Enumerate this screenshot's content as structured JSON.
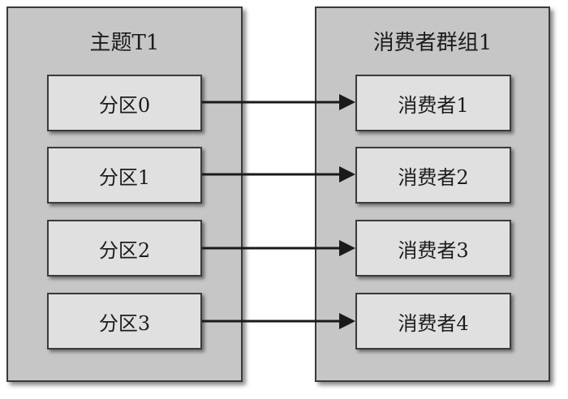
{
  "topic": {
    "title": "主题T1",
    "partitions": [
      {
        "label": "分区0"
      },
      {
        "label": "分区1"
      },
      {
        "label": "分区2"
      },
      {
        "label": "分区3"
      }
    ]
  },
  "consumer_group": {
    "title": "消费者群组1",
    "consumers": [
      {
        "label": "消费者1"
      },
      {
        "label": "消费者2"
      },
      {
        "label": "消费者3"
      },
      {
        "label": "消费者4"
      }
    ]
  },
  "mappings": [
    [
      0,
      0
    ],
    [
      1,
      1
    ],
    [
      2,
      2
    ],
    [
      3,
      3
    ]
  ],
  "colors": {
    "group_fill": "#c6c6c6",
    "box_fill": "#e0e0e0",
    "stroke": "#3a3a3a",
    "arrow": "#1a1a1a"
  }
}
